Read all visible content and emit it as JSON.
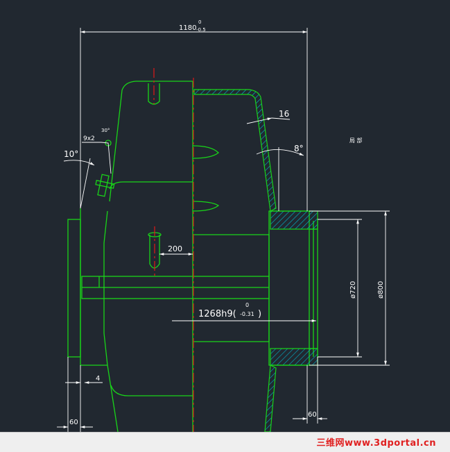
{
  "drawing": {
    "dim_overall_width": "1180",
    "dim_overall_tol_upper": "0",
    "dim_overall_tol_lower": "-0.5",
    "dim_thickness": "16",
    "dim_chamfer": "9x2",
    "dim_chamfer_angle": "30°",
    "dim_left_angle": "10°",
    "dim_right_angle": "8°",
    "dim_offset": "200",
    "dim_bore_inner": "ø720",
    "dim_bore_outer": "ø800",
    "dim_length_main": "1268h9(",
    "dim_length_tol_upper": "0",
    "dim_length_tol_lower": "-0.31",
    "dim_length_close": ")",
    "dim_small": "4",
    "dim_left_width": "60",
    "dim_right_width": "60",
    "annotation_chinese": "局 部"
  },
  "footer": {
    "watermark": "三维网www.3dportal.cn"
  }
}
